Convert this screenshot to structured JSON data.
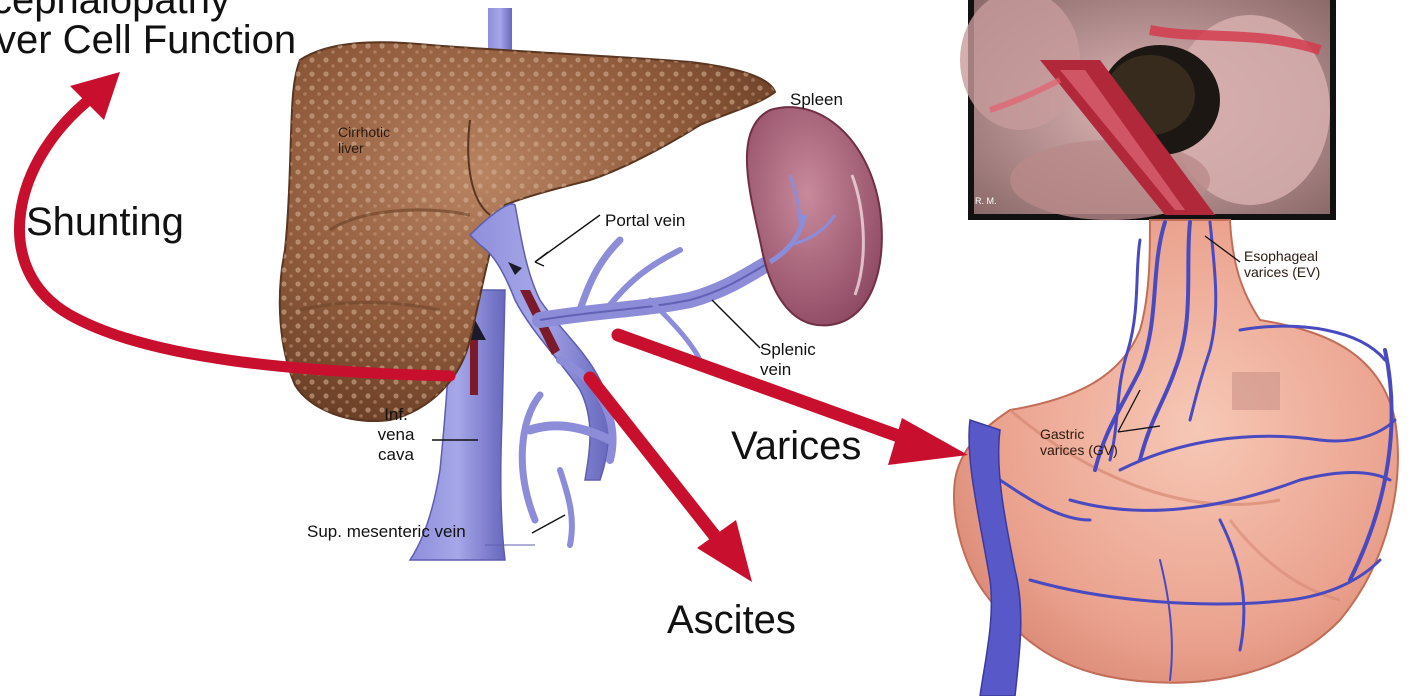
{
  "top_left": {
    "line1": "cephalopathy",
    "line2": "ver Cell Function"
  },
  "arrow_labels": {
    "shunting": "Shunting",
    "varices": "Varices",
    "ascites": "Ascites"
  },
  "liver_diagram": {
    "cirrhotic_liver": [
      "Cirrhotic",
      "liver"
    ],
    "spleen": "Spleen",
    "portal_vein": "Portal vein",
    "splenic_vein": [
      "Splenic",
      "vein"
    ],
    "inf_vena_cava": [
      "Inf.",
      "vena",
      "cava"
    ],
    "sup_mesenteric_vein": "Sup. mesenteric vein"
  },
  "stomach_diagram": {
    "esophageal_varices": [
      "Esophageal",
      "varices (EV)"
    ],
    "gastric_varices": [
      "Gastric",
      "varices (GV)"
    ]
  },
  "endoscopy_photo": {
    "caption": "R. M."
  },
  "colors": {
    "arrow_red": "#C8102E",
    "liver_brown": "#8B5A3C",
    "vein_blue": "#6F6FC8",
    "spleen": "#A25A72",
    "stomach": "#EBA896"
  }
}
